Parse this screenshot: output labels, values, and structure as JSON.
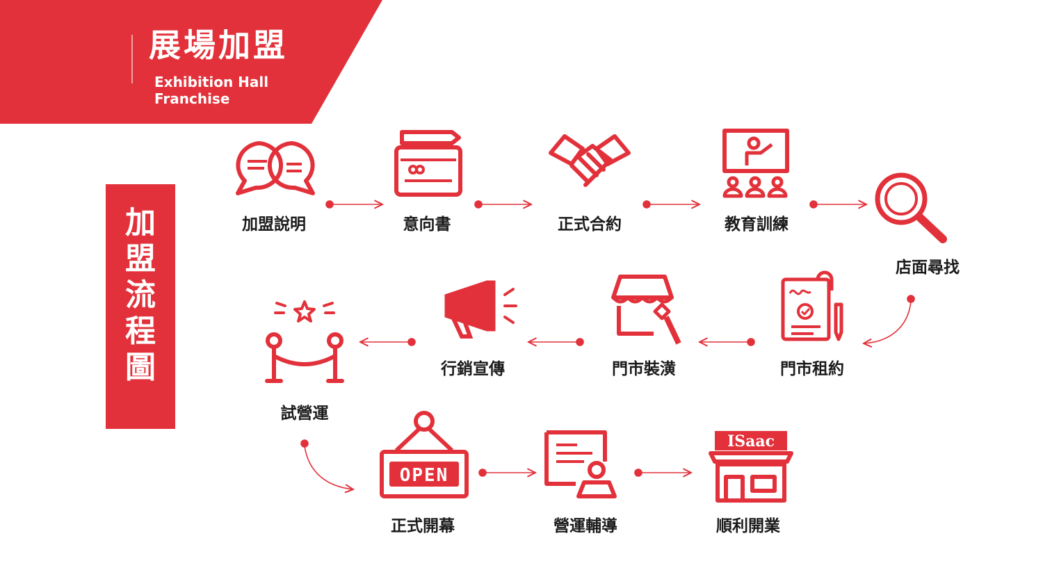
{
  "header": {
    "title": "展場加盟",
    "subtitle_line1": "Exhibition Hall",
    "subtitle_line2": "Franchise"
  },
  "sidebar": {
    "chars": [
      "加",
      "盟",
      "流",
      "程",
      "圖"
    ]
  },
  "colors": {
    "accent": "#e2313a",
    "text": "#1a1a1a"
  },
  "steps": [
    {
      "label": "加盟說明",
      "icon": "chat-bubbles-icon"
    },
    {
      "label": "意向書",
      "icon": "letter-pencil-icon"
    },
    {
      "label": "正式合約",
      "icon": "handshake-icon"
    },
    {
      "label": "教育訓練",
      "icon": "presentation-class-icon"
    },
    {
      "label": "店面尋找",
      "icon": "magnifier-icon"
    },
    {
      "label": "門市租約",
      "icon": "contract-icon"
    },
    {
      "label": "門市裝潢",
      "icon": "store-brush-icon"
    },
    {
      "label": "行銷宣傳",
      "icon": "megaphone-icon"
    },
    {
      "label": "試營運",
      "icon": "stanchion-star-icon"
    },
    {
      "label": "正式開幕",
      "icon": "open-sign-icon"
    },
    {
      "label": "營運輔導",
      "icon": "guidance-icon"
    },
    {
      "label": "順利開業",
      "icon": "isaac-store-icon"
    }
  ],
  "store_sign": "ISaac",
  "open_sign": "OPEN"
}
